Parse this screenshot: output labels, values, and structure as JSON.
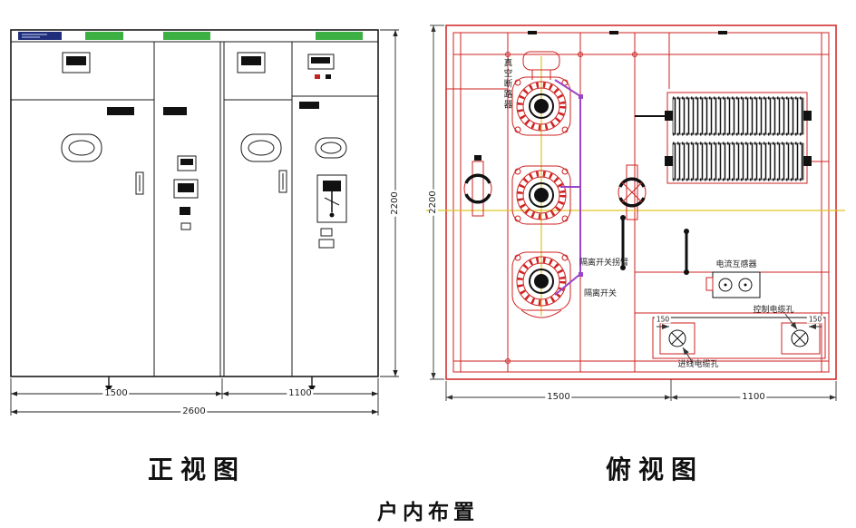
{
  "drawing": {
    "captions": {
      "front_view": "正视图",
      "top_view": "俯视图",
      "layout": "户内布置"
    }
  },
  "front_view": {
    "dimensions": {
      "left_bay_width": "1500",
      "right_bay_width": "1100",
      "total_width": "2600",
      "height": "2200"
    }
  },
  "top_view": {
    "dimensions": {
      "left_bay_width": "1500",
      "right_bay_width": "1100",
      "depth": "2200",
      "hole_offset_left": "150",
      "hole_offset_right": "150"
    },
    "labels": {
      "vacuum_breaker": "真空断路器",
      "disconnector_arm": "隔离开关拐臂",
      "disconnector": "隔离开关",
      "current_transformer": "电流互感器",
      "control_cable_hole": "控制电缆孔",
      "incoming_cable_hole": "进线电缆孔"
    }
  },
  "colors": {
    "line_black": "#1a1a1a",
    "line_red": "#cf2222",
    "centerline_yellow": "#ddc520",
    "bus_purple": "#9a45c8",
    "strip_green": "#3cb043",
    "plate_navy": "#1f2e7a"
  }
}
